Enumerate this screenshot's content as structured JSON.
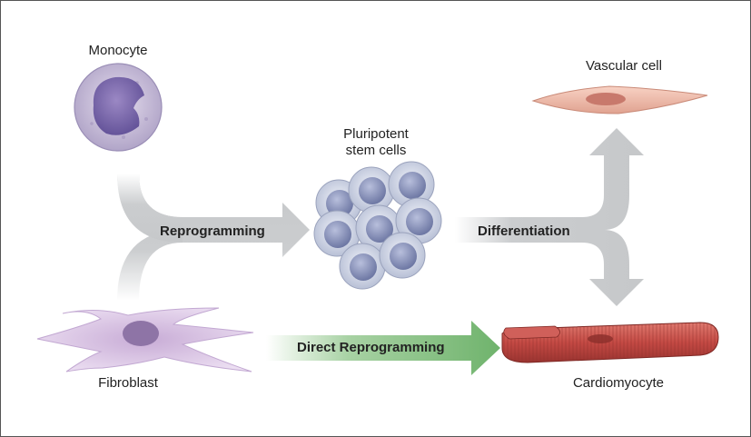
{
  "labels": {
    "monocyte": "Monocyte",
    "fibroblast": "Fibroblast",
    "pluripotent": "Pluripotent",
    "stem_cells": "stem cells",
    "vascular": "Vascular cell",
    "cardiomyocyte": "Cardiomyocyte",
    "reprogramming": "Reprogramming",
    "differentiation": "Differentiation",
    "direct": "Direct Reprogramming"
  },
  "colors": {
    "arrow_gray": "#c9cbcd",
    "direct_green": "#7ab87a",
    "monocyte": "#c4b8d6",
    "nucleus": "#7a68a8",
    "fibroblast": "#d8c4e0",
    "stem": "#9aa2c4",
    "vascular": "#f0b8a8",
    "cardio": "#c8504a"
  }
}
